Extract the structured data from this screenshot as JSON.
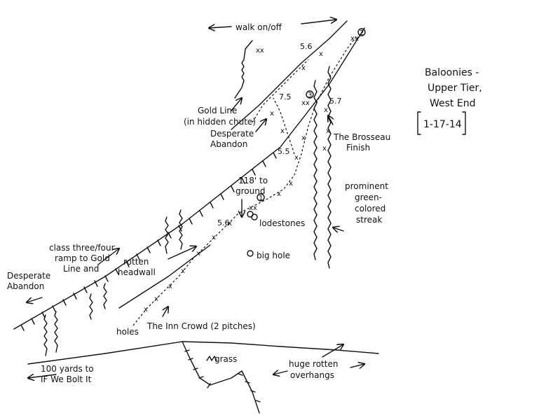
{
  "title": {
    "line1": "Baloonies -",
    "line2": "Upper Tier,",
    "line3": "West End",
    "date": "1-17-14"
  },
  "labels": {
    "walk": "walk on/off",
    "gold_line_1": "Gold Line",
    "gold_line_2": "(in hidden chute)",
    "desperate_1": "Desperate",
    "desperate_2": "Abandon",
    "brosseau_1": "The Brosseau",
    "brosseau_2": "Finish",
    "ground_1": "118' to",
    "ground_2": "ground",
    "lodestones": "lodestones",
    "big_hole": "big hole",
    "green_1": "prominent",
    "green_2": "green-",
    "green_3": "colored",
    "green_4": "streak",
    "ramp_1": "class three/four",
    "ramp_2": "ramp to Gold",
    "ramp_3": "Line and",
    "ramp_4": "Desperate",
    "ramp_5": "Abandon",
    "rotten_1": "rotten",
    "rotten_2": "headwall",
    "inn_crowd": "The Inn Crowd (2 pitches)",
    "holes": "holes",
    "grass": "grass",
    "overhangs_1": "huge rotten",
    "overhangs_2": "overhangs",
    "yards_1": "100 yards to",
    "yards_2": "IF We Bolt It"
  },
  "grades": {
    "g1": "5.6",
    "g2": "7.5",
    "g3": "5.7",
    "g4": "5.5",
    "g5": "5.6"
  },
  "belays": {
    "b1": "1",
    "b2": "2",
    "b3": "3"
  }
}
